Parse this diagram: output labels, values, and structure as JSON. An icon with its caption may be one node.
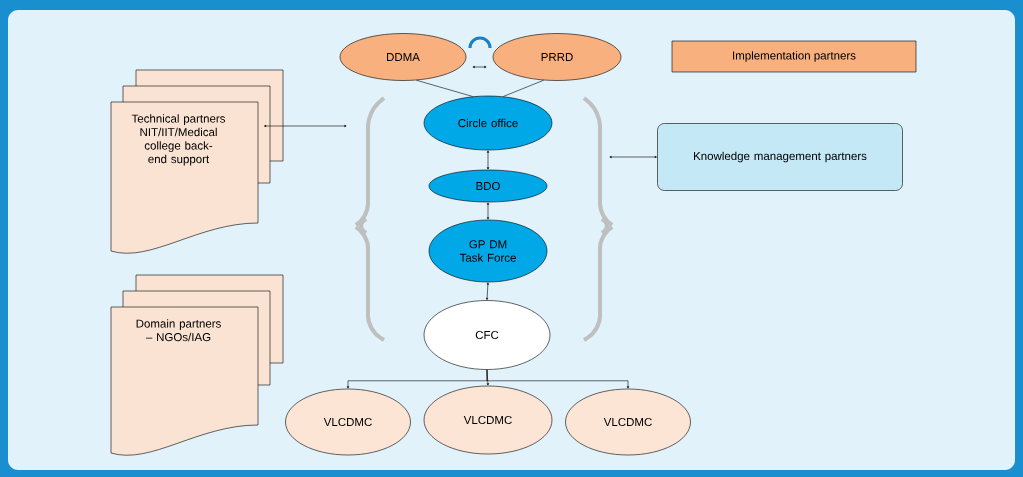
{
  "diagram": {
    "nodes": [
      {
        "text": [
          "DDMA"
        ]
      },
      {
        "text": [
          "PRRD"
        ]
      },
      {
        "text": [],
        "shape": "brace"
      },
      {
        "text": [
          "Circle office"
        ],
        "in": 2
      },
      {
        "text": [
          "BDO"
        ],
        "in": 2
      },
      {
        "text": [
          "GP DM Task Force"
        ],
        "in": 2
      },
      {
        "text": [
          "CFC"
        ]
      },
      {
        "text": [
          "VLCDMC"
        ]
      },
      {
        "text": [
          "VLCDMC"
        ]
      },
      {
        "text": [
          "VLCDMC"
        ]
      },
      {
        "text": [
          "Technical partners NIT/IIT/Medical college back-end support"
        ]
      },
      {
        "text": [
          "Domain partners – NGOs/IAG"
        ]
      },
      {
        "text": [
          "Knowledge management partners"
        ]
      }
    ],
    "edges": [
      {
        "from": 0,
        "to": 3,
        "arrow": "none"
      },
      {
        "from": 1,
        "to": 3,
        "arrow": "none"
      },
      {
        "from": 0,
        "to": 1,
        "arrow": "both"
      },
      {
        "from": 3,
        "to": 4,
        "arrow": "both"
      },
      {
        "from": 4,
        "to": 5,
        "arrow": "both"
      },
      {
        "from": 5,
        "to": 6,
        "arrow": "both"
      },
      {
        "from": 6,
        "to": 7,
        "arrow": "to"
      },
      {
        "from": 6,
        "to": 8,
        "arrow": "to"
      },
      {
        "from": 6,
        "to": 9,
        "arrow": "to"
      },
      {
        "from": 10,
        "to": 2,
        "arrow": "both"
      },
      {
        "from": 12,
        "to": 2,
        "arrow": "both"
      }
    ],
    "legend": [
      {
        "text": "Implementation partners",
        "color": "#f8b07e"
      }
    ]
  }
}
